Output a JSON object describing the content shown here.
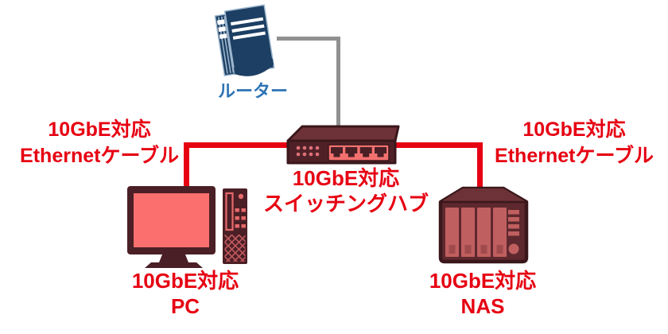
{
  "colors": {
    "red_accent": "#e60012",
    "blue_label": "#2e74b5",
    "gray_cable": "#909090",
    "maroon_front": "#4f2127",
    "maroon_body": "#5d282e",
    "maroon_top": "#6d3237",
    "maroon_outline": "#3a171b",
    "salmon_screen": "#fb6f6f",
    "salmon_panel": "#f2716f",
    "bay_red": "#c05f5f",
    "router_navy": "#1d3f63",
    "router_stroke": "#9db7ce"
  },
  "router": {
    "label": "ルーター"
  },
  "switch": {
    "line1": "10GbE対応",
    "line2": "スイッチングハブ"
  },
  "pc": {
    "line1": "10GbE対応",
    "line2": "PC"
  },
  "nas": {
    "line1": "10GbE対応",
    "line2": "NAS"
  },
  "cable_left": {
    "line1": "10GbE対応",
    "line2": "Ethernetケーブル"
  },
  "cable_right": {
    "line1": "10GbE対応",
    "line2": "Ethernetケーブル"
  }
}
